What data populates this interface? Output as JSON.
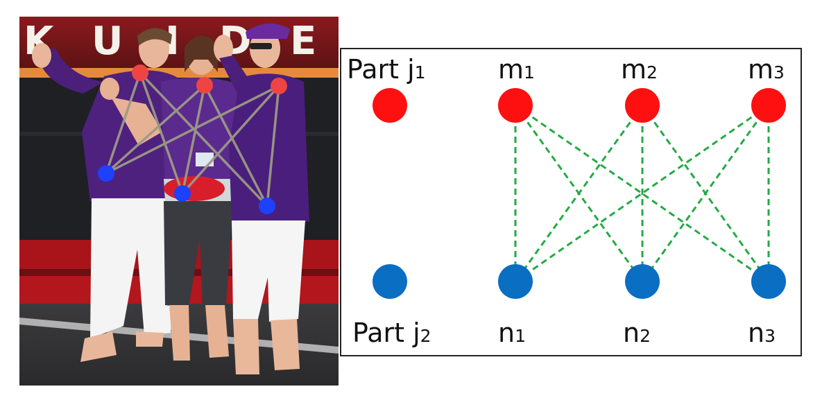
{
  "photo": {
    "description_hidden": false,
    "sign_letters": [
      "K",
      "U",
      "I",
      "D",
      "E"
    ],
    "keypoint_colors": {
      "part_j1": "#ef4444",
      "part_j2": "#1e40ff"
    },
    "connection_color": "#9c9a86"
  },
  "diagram": {
    "part_j1_label": {
      "main": "Part j",
      "sub": "1"
    },
    "part_j2_label": {
      "main": "Part j",
      "sub": "2"
    },
    "m_nodes": [
      {
        "main": "m",
        "sub": "1"
      },
      {
        "main": "m",
        "sub": "2"
      },
      {
        "main": "m",
        "sub": "3"
      }
    ],
    "n_nodes": [
      {
        "main": "n",
        "sub": "1"
      },
      {
        "main": "n",
        "sub": "2"
      },
      {
        "main": "n",
        "sub": "3"
      }
    ],
    "colors": {
      "top_node": "#ff1010",
      "bottom_node": "#0a6ec3",
      "edge": "#22aa44",
      "frame": "#222222"
    },
    "edges": [
      [
        "m1",
        "n1"
      ],
      [
        "m1",
        "n2"
      ],
      [
        "m1",
        "n3"
      ],
      [
        "m2",
        "n1"
      ],
      [
        "m2",
        "n2"
      ],
      [
        "m2",
        "n3"
      ],
      [
        "m3",
        "n1"
      ],
      [
        "m3",
        "n2"
      ],
      [
        "m3",
        "n3"
      ]
    ]
  }
}
